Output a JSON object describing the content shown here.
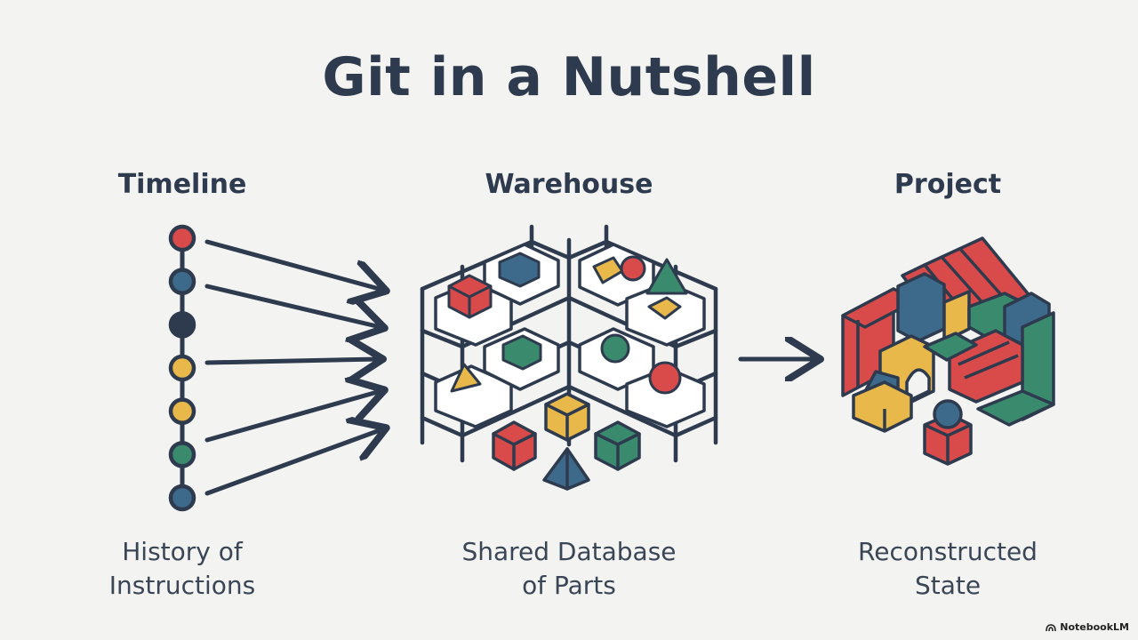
{
  "title": "Git in a Nutshell",
  "columns": [
    {
      "heading": "Timeline",
      "caption_lines": [
        "History of",
        "Instructions"
      ]
    },
    {
      "heading": "Warehouse",
      "caption_lines": [
        "Shared Database",
        "of Parts"
      ]
    },
    {
      "heading": "Project",
      "caption_lines": [
        "Reconstructed",
        "State"
      ]
    }
  ],
  "timeline_nodes": [
    "red",
    "blue",
    "dark",
    "yellow",
    "yellow",
    "green",
    "blue"
  ],
  "colors": {
    "ink": "#2e3a4e",
    "red": "#d94a4a",
    "blue": "#3d6a8a",
    "yellow": "#e8b84a",
    "green": "#3a8a6e",
    "dark": "#2e3a4e",
    "background": "#f3f3f1"
  },
  "watermark": "NotebookLM"
}
